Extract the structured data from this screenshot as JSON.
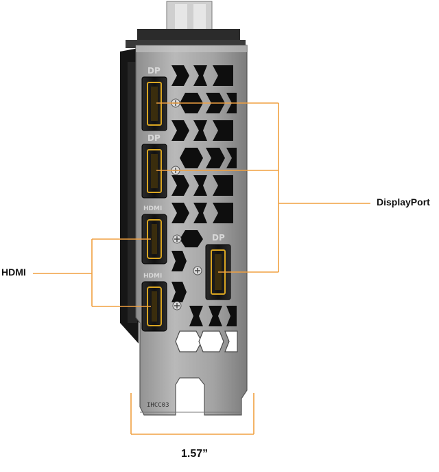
{
  "callouts": {
    "displayport": "DisplayPort",
    "hdmi": "HDMI",
    "width": "1.57”"
  },
  "bracket_markings": {
    "dp_1": "DP",
    "dp_2": "DP",
    "hdmi_1": "HDMI",
    "dp_3": "DP",
    "hdmi_2": "HDMI",
    "code": "IHCC03"
  },
  "colors": {
    "leader_line": "#f0a040",
    "bracket_metal": "#a9a9a9",
    "bracket_shadow": "#6d6d6d",
    "port_shell": "#1a1a1a",
    "port_gold": "#d9a521",
    "card_body": "#1b1b1b"
  }
}
